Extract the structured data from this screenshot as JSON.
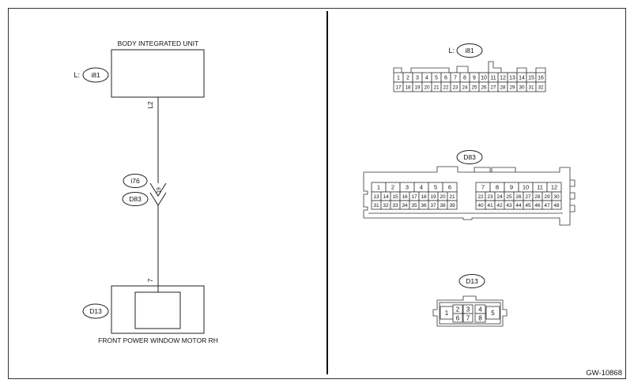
{
  "figure_id": "GW-10868",
  "left": {
    "body_unit_label": "BODY INTEGRATED UNIT",
    "motor_label": "FRONT POWER WINDOW MOTOR RH",
    "wire_top_pin": "L2",
    "wire_bottom_pin": "7",
    "junction_pin": "19",
    "l_prefix": "L:",
    "connectors": {
      "i81": "i81",
      "i76": "i76",
      "d83": "D83",
      "d13": "D13"
    }
  },
  "right": {
    "i81": {
      "prefix": "L:",
      "label": "i81",
      "row1": [
        "1",
        "2",
        "3",
        "4",
        "5",
        "6",
        "7",
        "8",
        "9",
        "10",
        "11",
        "12",
        "13",
        "14",
        "15",
        "16"
      ],
      "row2": [
        "17",
        "18",
        "19",
        "20",
        "21",
        "22",
        "23",
        "24",
        "25",
        "26",
        "27",
        "28",
        "29",
        "30",
        "31",
        "32"
      ]
    },
    "d83": {
      "label": "D83",
      "left_row1": [
        "1",
        "2",
        "3",
        "4",
        "5",
        "6"
      ],
      "left_row2": [
        "13",
        "14",
        "15",
        "16",
        "17",
        "18",
        "19",
        "20",
        "21"
      ],
      "left_row3": [
        "31",
        "32",
        "33",
        "34",
        "35",
        "36",
        "37",
        "38",
        "39"
      ],
      "right_row1": [
        "7",
        "8",
        "9",
        "10",
        "11",
        "12"
      ],
      "right_row2": [
        "22",
        "23",
        "24",
        "25",
        "26",
        "27",
        "28",
        "29",
        "30"
      ],
      "right_row3": [
        "40",
        "41",
        "42",
        "43",
        "44",
        "45",
        "46",
        "47",
        "48"
      ]
    },
    "d13": {
      "label": "D13",
      "pins": [
        "1",
        "2",
        "3",
        "4",
        "5",
        "6",
        "7",
        "8"
      ]
    }
  }
}
